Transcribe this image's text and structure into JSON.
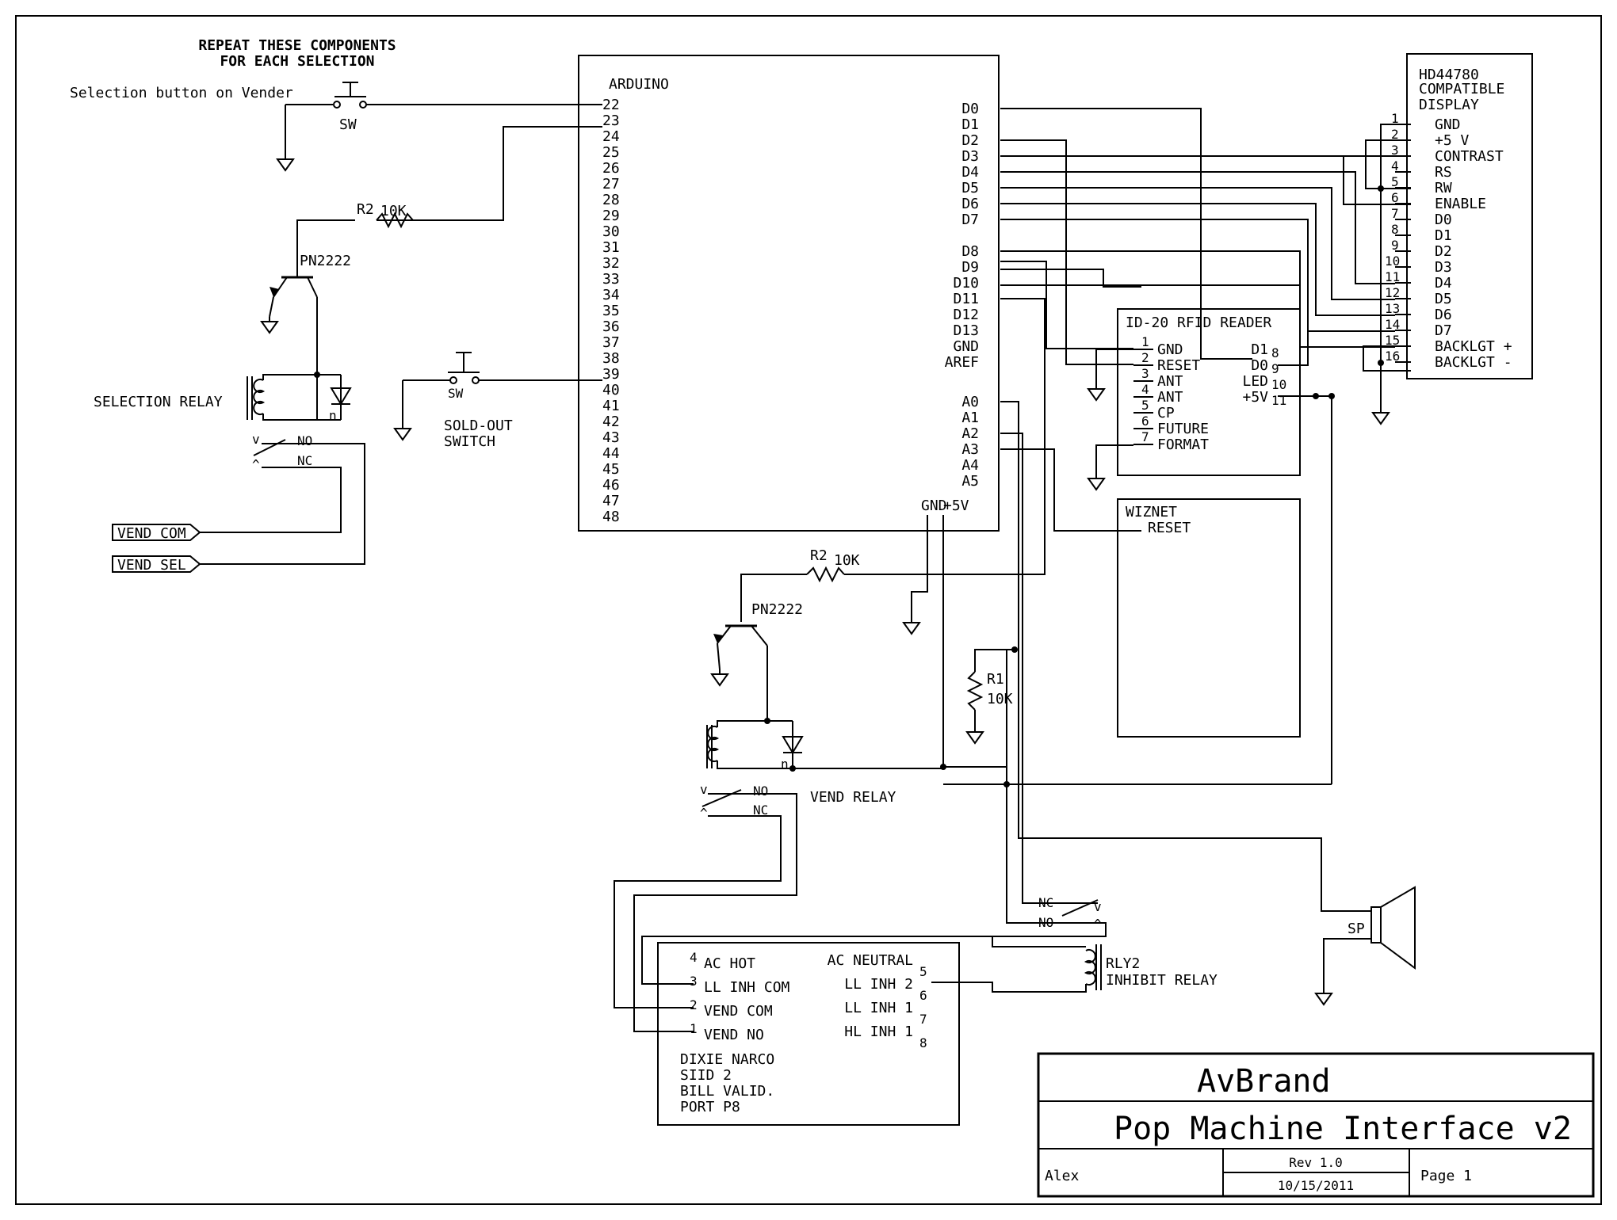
{
  "notes": {
    "repeat_line1": "REPEAT THESE COMPONENTS",
    "repeat_line2": "FOR EACH SELECTION",
    "selection_button": "Selection button on Vender"
  },
  "arduino": {
    "title": "ARDUINO",
    "left_pins": [
      "22",
      "23",
      "24",
      "25",
      "26",
      "27",
      "28",
      "29",
      "30",
      "31",
      "32",
      "33",
      "34",
      "35",
      "36",
      "37",
      "38",
      "39",
      "40",
      "41",
      "42",
      "43",
      "44",
      "45",
      "46",
      "47",
      "48"
    ],
    "right_pins_top": [
      "D0",
      "D1",
      "D2",
      "D3",
      "D4",
      "D5",
      "D6",
      "D7"
    ],
    "right_pins_mid": [
      "D8",
      "D9",
      "D10",
      "D11",
      "D12",
      "D13",
      "GND",
      "AREF"
    ],
    "right_pins_analog": [
      "A0",
      "A1",
      "A2",
      "A3",
      "A4",
      "A5"
    ],
    "gnd": "GND",
    "v5": "+5V"
  },
  "lcd": {
    "title1": "HD44780",
    "title2": "COMPATIBLE",
    "title3": "DISPLAY",
    "pins": [
      "1",
      "2",
      "3",
      "4",
      "5",
      "6",
      "7",
      "8",
      "9",
      "10",
      "11",
      "12",
      "13",
      "14",
      "15",
      "16"
    ],
    "names": [
      "GND",
      "+5 V",
      "CONTRAST",
      "RS",
      "RW",
      "ENABLE",
      "D0",
      "D1",
      "D2",
      "D3",
      "D4",
      "D5",
      "D6",
      "D7",
      "BACKLGT +",
      "BACKLGT -"
    ]
  },
  "rfid": {
    "title": "ID-20 RFID READER",
    "pins": [
      "1",
      "2",
      "3",
      "4",
      "5",
      "6",
      "7"
    ],
    "names": [
      "GND",
      "RESET",
      "ANT",
      "ANT",
      "CP",
      "FUTURE",
      "FORMAT"
    ],
    "right_names": [
      "D1",
      "D0",
      "LED",
      "+5V"
    ],
    "right_pins": [
      "8",
      "9",
      "10",
      "11"
    ]
  },
  "wiznet": {
    "title": "WIZNET",
    "reset": "RESET"
  },
  "components": {
    "sw": "SW",
    "r2": "R2",
    "r2_val": "10K",
    "pn": "PN2222",
    "selection_relay": "SELECTION RELAY",
    "vend_relay": "VEND RELAY",
    "no": "NO",
    "nc": "NC",
    "sold_out1": "SOLD-OUT",
    "sold_out2": "SWITCH",
    "vend_com_flag": "VEND COM",
    "vend_sel_flag": "VEND SEL",
    "r1": "R1",
    "r1_val": "10K",
    "sp": "SP",
    "rly2": "RLY2",
    "inhibit_relay": "INHIBIT RELAY"
  },
  "port": {
    "left_pins": [
      "4",
      "3",
      "2",
      "1"
    ],
    "left_names": [
      "AC HOT",
      "LL INH COM",
      "VEND COM",
      "VEND NO"
    ],
    "right_names": [
      "AC NEUTRAL",
      "LL INH 2",
      "LL INH 1",
      "HL INH 1"
    ],
    "right_pins": [
      "5",
      "6",
      "7",
      "8"
    ],
    "desc": [
      "DIXIE NARCO",
      "SIID 2",
      "BILL VALID.",
      "PORT P8"
    ]
  },
  "title_block": {
    "company": "AvBrand",
    "title": "Pop Machine Interface v2",
    "author": "Alex",
    "rev": "Rev 1.0",
    "date": "10/15/2011",
    "page": "Page 1"
  }
}
